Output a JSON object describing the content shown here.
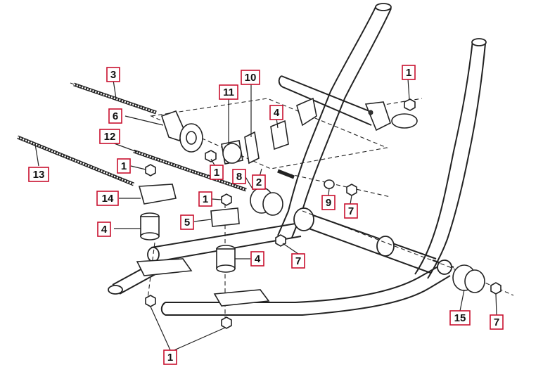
{
  "colors": {
    "callout_border": "#c8102e",
    "line": "#222222",
    "background": "#ffffff"
  },
  "callouts": [
    {
      "id": "c1a",
      "label": "1"
    },
    {
      "id": "c3",
      "label": "3"
    },
    {
      "id": "c10",
      "label": "10"
    },
    {
      "id": "c11",
      "label": "11"
    },
    {
      "id": "c6",
      "label": "6"
    },
    {
      "id": "c4a",
      "label": "4"
    },
    {
      "id": "c12",
      "label": "12"
    },
    {
      "id": "c1b",
      "label": "1"
    },
    {
      "id": "c1c",
      "label": "1"
    },
    {
      "id": "c8",
      "label": "8"
    },
    {
      "id": "c2",
      "label": "2"
    },
    {
      "id": "c13",
      "label": "13"
    },
    {
      "id": "c9",
      "label": "9"
    },
    {
      "id": "c7a",
      "label": "7"
    },
    {
      "id": "c14",
      "label": "14"
    },
    {
      "id": "c1d",
      "label": "1"
    },
    {
      "id": "c5",
      "label": "5"
    },
    {
      "id": "c4b",
      "label": "4"
    },
    {
      "id": "c7b",
      "label": "7"
    },
    {
      "id": "c4c",
      "label": "4"
    },
    {
      "id": "c15",
      "label": "15"
    },
    {
      "id": "c7c",
      "label": "7"
    },
    {
      "id": "c1e",
      "label": "1"
    }
  ]
}
